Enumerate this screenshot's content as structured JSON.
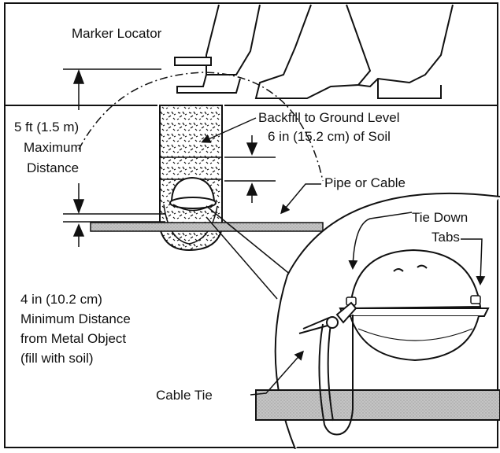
{
  "labels": {
    "marker_locator": "Marker Locator",
    "backfill": "Backfill to Ground Level",
    "soil_depth": "6 in (15.2 cm) of Soil",
    "pipe_or_cable": "Pipe or Cable",
    "max_distance_line1": "5 ft (1.5 m)",
    "max_distance_line2": "Maximum",
    "max_distance_line3": "Distance",
    "tie_down_line1": "Tie Down",
    "tie_down_line2": "Tabs",
    "min_distance_line1": "4 in (10.2 cm)",
    "min_distance_line2": "Minimum Distance",
    "min_distance_line3": "from Metal Object",
    "min_distance_line4": "(fill with soil)",
    "cable_tie": "Cable Tie"
  },
  "colors": {
    "ink": "#111111",
    "pipe_fill": "#bdbdbd",
    "background": "#ffffff"
  }
}
